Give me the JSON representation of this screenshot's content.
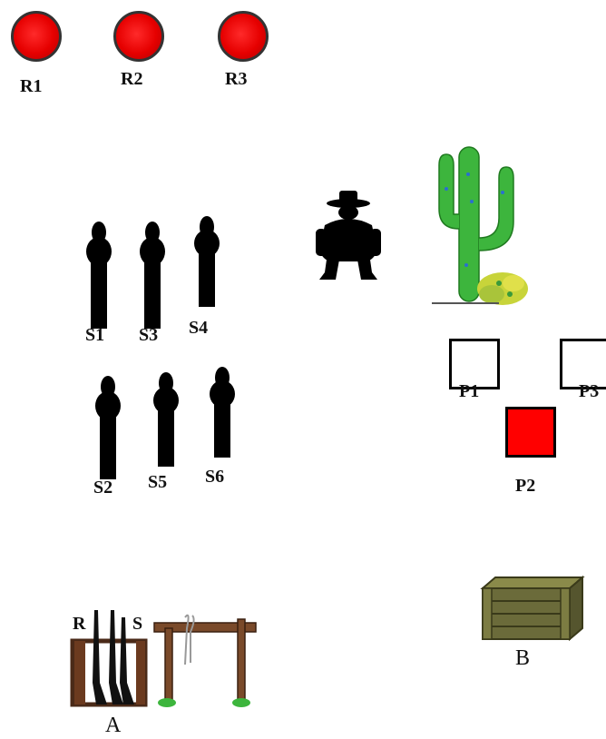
{
  "colors": {
    "red_target": "#e60000",
    "paper_hit": "#ff0000",
    "silhouette": "#000000",
    "cactus": "#3db53d",
    "bush": "#c8d43a",
    "crate": "#6b6b3a",
    "rack_wood": "#7a4a2a"
  },
  "red_targets": [
    {
      "label": "R1",
      "icon": "red-circle-target"
    },
    {
      "label": "R2",
      "icon": "red-circle-target"
    },
    {
      "label": "R3",
      "icon": "red-circle-target"
    }
  ],
  "steel_targets": [
    {
      "label": "S1",
      "icon": "silhouette-target"
    },
    {
      "label": "S3",
      "icon": "silhouette-target"
    },
    {
      "label": "S4",
      "icon": "silhouette-target"
    },
    {
      "label": "S2",
      "icon": "silhouette-target"
    },
    {
      "label": "S5",
      "icon": "silhouette-target"
    },
    {
      "label": "S6",
      "icon": "silhouette-target"
    }
  ],
  "paper_targets": [
    {
      "label": "P1",
      "state": "empty"
    },
    {
      "label": "P2",
      "state": "filled-red"
    },
    {
      "label": "P3",
      "state": "empty"
    }
  ],
  "props": {
    "cowboy": "cowboy-silhouette-icon",
    "cactus": "saguaro-cactus-icon"
  },
  "positions": {
    "A": {
      "label": "A",
      "rack_rifle_label": "R",
      "rack_shotgun_label": "S",
      "icon": "gun-rack-icon"
    },
    "B": {
      "label": "B",
      "icon": "wooden-crate-icon"
    }
  }
}
